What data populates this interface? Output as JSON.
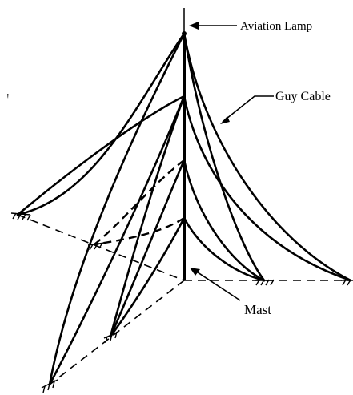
{
  "labels": {
    "aviation_lamp": "Aviation Lamp",
    "guy_cable": "Guy Cable",
    "mast": "Mast",
    "stray_mark": "!"
  }
}
